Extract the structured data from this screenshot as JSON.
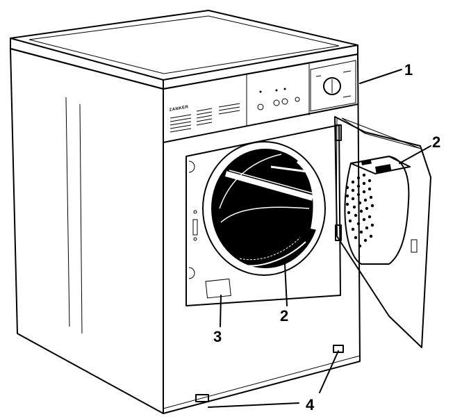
{
  "brand": "ZANKER",
  "callouts": [
    {
      "id": "control-dial",
      "label": "1"
    },
    {
      "id": "door-filter",
      "label": "2"
    },
    {
      "id": "drum-filter",
      "label": "2"
    },
    {
      "id": "rating-plate",
      "label": "3"
    },
    {
      "id": "adjustable-feet",
      "label": "4"
    }
  ],
  "colors": {
    "line": "#000000",
    "background": "#ffffff",
    "drum_interior": "#000000"
  }
}
